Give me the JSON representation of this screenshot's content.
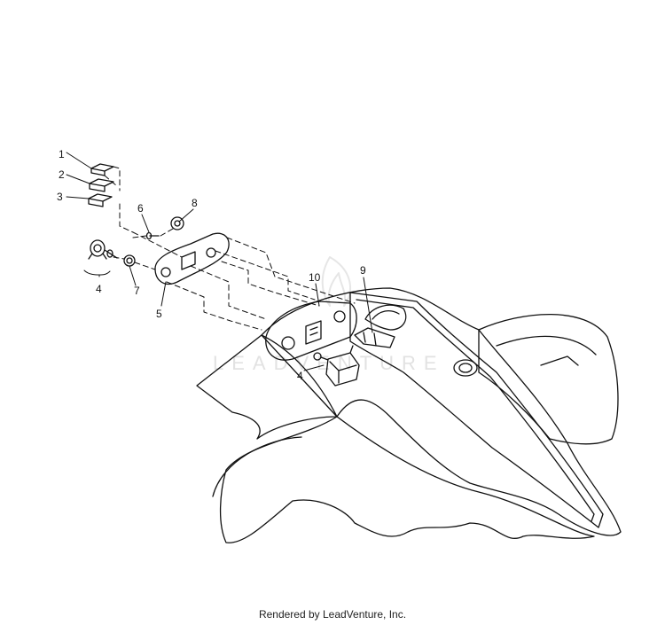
{
  "diagram": {
    "callouts": [
      {
        "id": "c1",
        "label": "1"
      },
      {
        "id": "c2",
        "label": "2"
      },
      {
        "id": "c3",
        "label": "3"
      },
      {
        "id": "c6",
        "label": "6"
      },
      {
        "id": "c8",
        "label": "8"
      },
      {
        "id": "c4a",
        "label": "4"
      },
      {
        "id": "c7",
        "label": "7"
      },
      {
        "id": "c5",
        "label": "5"
      },
      {
        "id": "c10",
        "label": "10"
      },
      {
        "id": "c9",
        "label": "9"
      },
      {
        "id": "c4b",
        "label": "4"
      }
    ],
    "watermark": "LEADVENTURE"
  },
  "footer": {
    "text": "Rendered by LeadVenture, Inc."
  }
}
